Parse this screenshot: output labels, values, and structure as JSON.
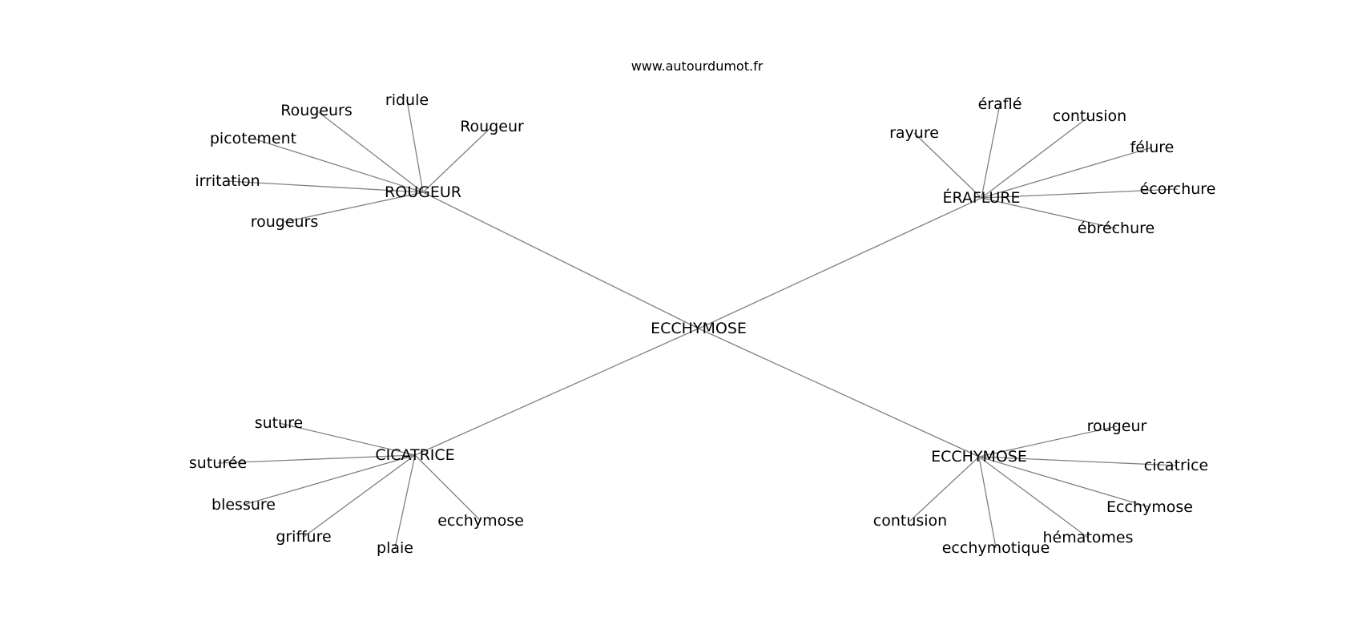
{
  "watermark": "www.autourdumot.fr",
  "center": {
    "label": "ECCHYMOSE"
  },
  "clusters": [
    {
      "label": "ROUGEUR",
      "words": [
        "Rougeurs",
        "ridule",
        "Rougeur",
        "picotement",
        "irritation",
        "rougeurs"
      ]
    },
    {
      "label": "ÉRAFLURE",
      "words": [
        "rayure",
        "éraflé",
        "contusion",
        "félure",
        "écorchure",
        "ébréchure"
      ]
    },
    {
      "label": "CICATRICE",
      "words": [
        "suture",
        "suturée",
        "blessure",
        "griffure",
        "plaie",
        "ecchymose"
      ]
    },
    {
      "label": "ECCHYMOSE",
      "words": [
        "rougeur",
        "cicatrice",
        "Ecchymose",
        "hématomes",
        "ecchymotique",
        "contusion"
      ]
    }
  ]
}
